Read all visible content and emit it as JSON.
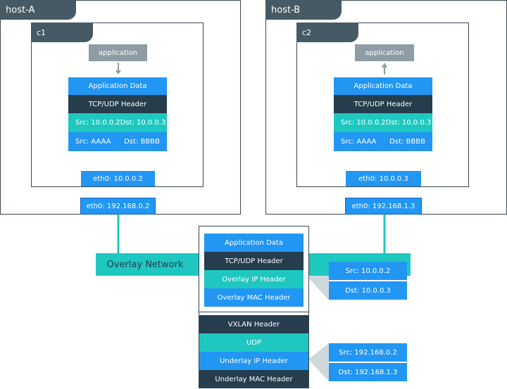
{
  "colors": {
    "blue": "#2196f3",
    "navy": "#263d4d",
    "teal": "#1ec8c0",
    "grey": "#8e9ca4",
    "border": "#37474f"
  },
  "hostA": {
    "label": "host-A",
    "container": "c1",
    "application": "application",
    "stack": {
      "app_data": "Application Data",
      "tcp": "TCP/UDP Header",
      "src_ip": "Src: 10.0.0.2",
      "dst_ip": "Dst: 10.0.0.3",
      "src_mac": "Src: AAAA",
      "dst_mac": "Dst: BBBB"
    },
    "eth_container": "eth0: 10.0.0.2",
    "eth_host": "eth0: 192.168.0.2"
  },
  "hostB": {
    "label": "host-B",
    "container": "c2",
    "application": "application",
    "stack": {
      "app_data": "Application Data",
      "tcp": "TCP/UDP Header",
      "src_ip": "Src: 10.0.0.2",
      "dst_ip": "Dst: 10.0.0.3",
      "src_mac": "Src: AAAA",
      "dst_mac": "Dst: BBBB"
    },
    "eth_container": "eth0: 10.0.0.3",
    "eth_host": "eth0: 192.168.1.3"
  },
  "overlay_network": "Overlay Network",
  "packet": {
    "app_data": "Application Data",
    "tcp": "TCP/UDP Header",
    "overlay_ip": "Overlay IP Header",
    "overlay_mac": "Overlay MAC Header",
    "vxlan": "VXLAN Header",
    "udp": "UDP",
    "underlay_ip": "Underlay IP Header",
    "underlay_mac": "Underlay MAC Header"
  },
  "overlay_callout": {
    "src": "Src: 10.0.0.2",
    "dst": "Dst: 10.0.0.3"
  },
  "underlay_callout": {
    "src": "Src: 192.168.0.2",
    "dst": "Dst: 192.168.1.3"
  }
}
